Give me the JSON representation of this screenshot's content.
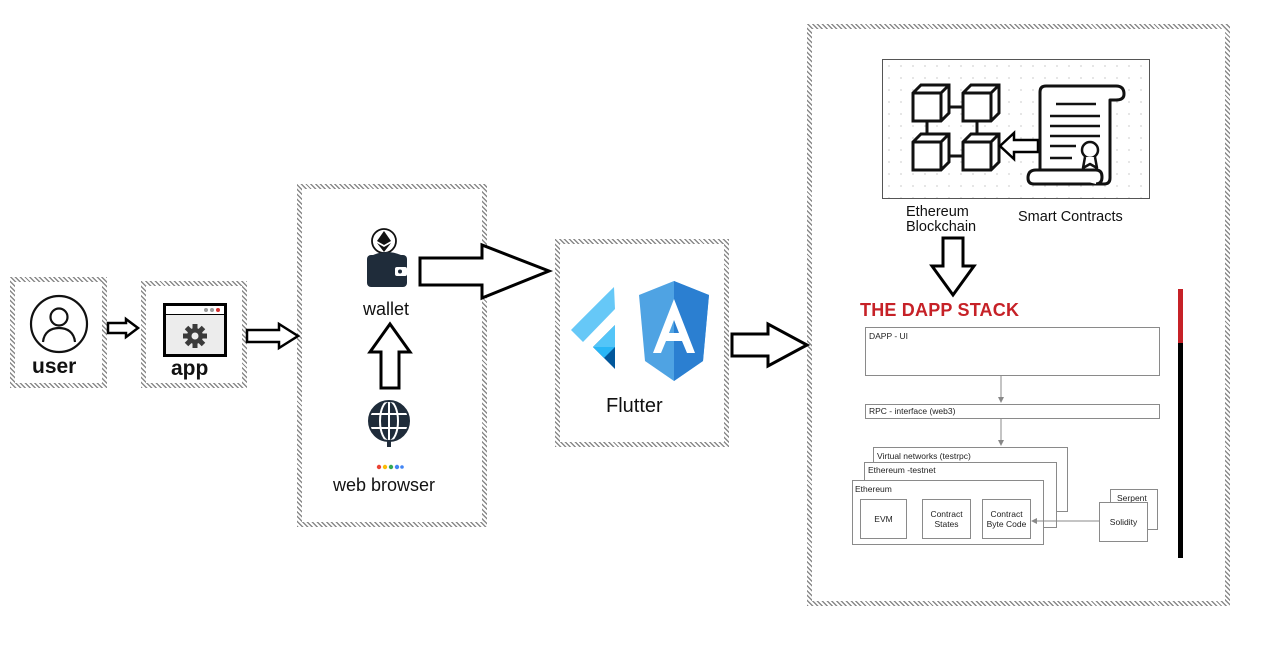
{
  "nodes": {
    "user": "user",
    "app": "app",
    "wallet": "wallet",
    "web_browser": "web browser",
    "flutter": "Flutter",
    "ethereum_blockchain": [
      "Ethereum",
      "Blockchain"
    ],
    "smart_contracts": "Smart Contracts"
  },
  "dapp_stack": {
    "title": "THE DAPP STACK",
    "layers": {
      "ui": "DAPP - UI",
      "rpc": "RPC - interface (web3)",
      "virtual_networks": "Virtual networks (testrpc)",
      "testnet": "Ethereum -testnet",
      "ethereum": "Ethereum"
    },
    "components": {
      "evm": "EVM",
      "contract_states": [
        "Contract",
        "States"
      ],
      "contract_byte_code": [
        "Contract",
        "Byte Code"
      ],
      "serpent": "Serpent",
      "solidity": "Solidity"
    },
    "side_bar_colors": {
      "top": "#c62127",
      "bottom": "#000000"
    }
  },
  "icons": [
    "user-icon",
    "app-settings-icon",
    "wallet-icon",
    "globe-icon",
    "google-dots-icon",
    "flutter-logo-icon",
    "angular-logo-icon",
    "blockchain-cubes-icon",
    "contract-scroll-icon"
  ],
  "colors": {
    "title_red": "#c62127",
    "flutter_light": "#54c5f8",
    "flutter_dark": "#01579b",
    "angular_blue": "#1976d2"
  }
}
